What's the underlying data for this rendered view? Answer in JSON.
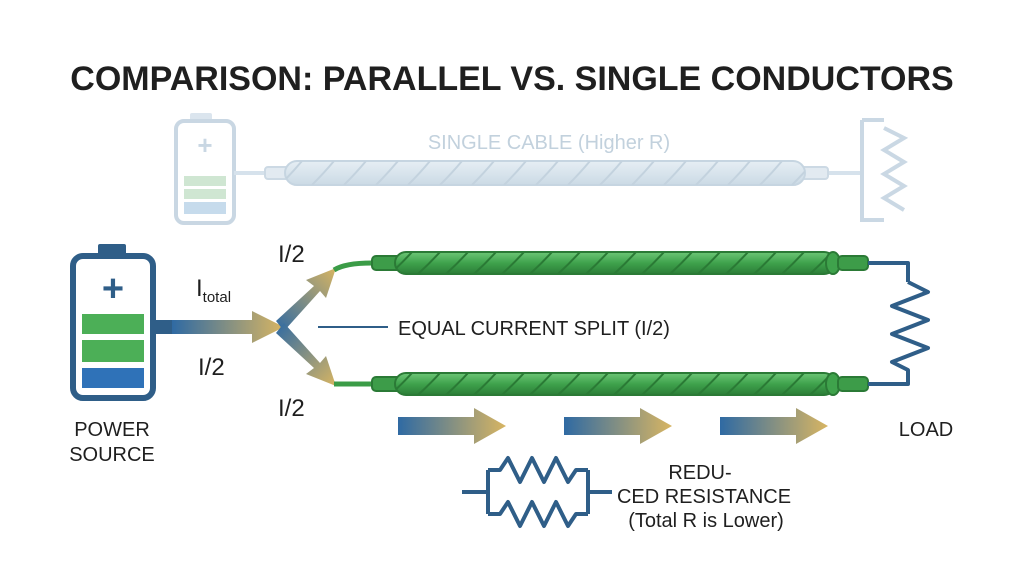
{
  "title": "COMPARISON: PARALLEL VS. SINGLE CONDUCTORS",
  "single_cable_label": "SINGLE CABLE (Higher R)",
  "current": {
    "total_main": "I",
    "total_sub": "total",
    "half": "I/2"
  },
  "split_label": "EQUAL CURRENT SPLIT (I/2)",
  "power_source": {
    "line1": "POWER",
    "line2": "SOURCE"
  },
  "load_label": "LOAD",
  "reduced": {
    "line1": "REDU-",
    "line2": "CED RESISTANCE",
    "line3": "(Total R is Lower)"
  },
  "colors": {
    "dark_blue": "#2f5e88",
    "green": "#46ad52",
    "green_dark": "#2f8a3d",
    "gold": "#c8a85a",
    "faded": "#c8d7e3",
    "text": "#1f1f1f"
  }
}
